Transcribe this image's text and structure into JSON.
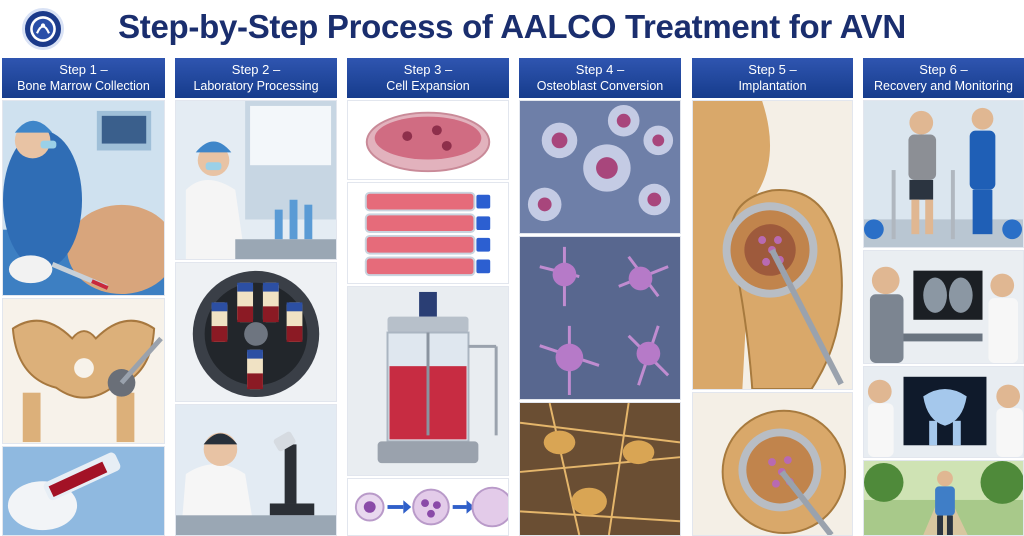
{
  "header": {
    "title": "Step-by-Step Process of AALCO Treatment for AVN"
  },
  "colors": {
    "header_blue": "#1b3f91",
    "title_navy": "#1a2e6e",
    "bone_tan": "#d9a86a",
    "cell_purple": "#8a4aa8",
    "medium_red": "#c8283c"
  },
  "steps": [
    {
      "number": "Step 1 –",
      "name": "Bone Marrow Collection",
      "icons": [
        "aspiration-photo-icon",
        "pelvis-illustration-icon",
        "syringe-marrow-icon"
      ]
    },
    {
      "number": "Step 2 –",
      "name": "Laboratory Processing",
      "icons": [
        "lab-technician-icon",
        "centrifuge-icon",
        "microscope-icon"
      ]
    },
    {
      "number": "Step 3 –",
      "name": "Cell Expansion",
      "icons": [
        "petri-dish-icon",
        "culture-flasks-icon",
        "bioreactor-icon",
        "cell-growth-icon"
      ]
    },
    {
      "number": "Step 4 –",
      "name": "Osteoblast Conversion",
      "icons": [
        "stem-cells-icon",
        "osteoblast-cells-icon",
        "bone-matrix-icon"
      ]
    },
    {
      "number": "Step 5 –",
      "name": "Implantation",
      "icons": [
        "femoral-head-injection-icon",
        "femoral-head-closeup-icon"
      ]
    },
    {
      "number": "Step 6 –",
      "name": "Recovery and Monitoring",
      "icons": [
        "walker-rehab-icon",
        "mri-review-icon",
        "xray-review-icon",
        "park-walk-icon"
      ]
    }
  ]
}
